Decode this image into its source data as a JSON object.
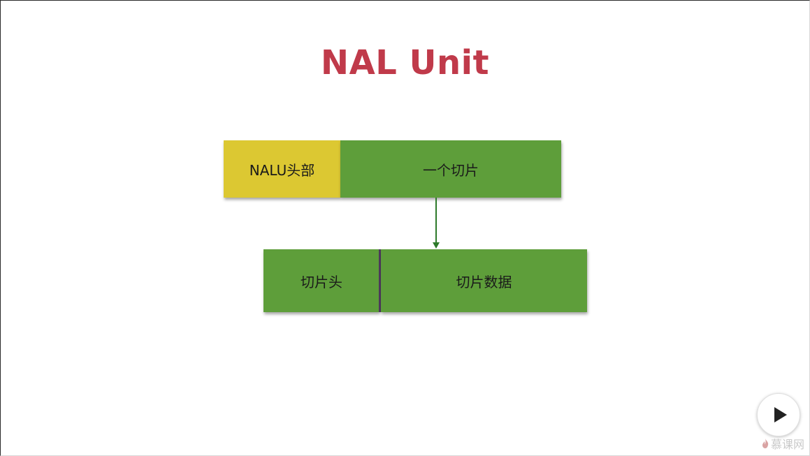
{
  "title": "NAL Unit",
  "top_row": {
    "header_label": "NALU头部",
    "slice_label": "一个切片"
  },
  "bottom_row": {
    "slice_header_label": "切片头",
    "slice_data_label": "切片数据"
  },
  "colors": {
    "title": "#c03a4a",
    "header_fill": "#dcc832",
    "slice_fill": "#5e9e3a",
    "arrow": "#2d7a2a",
    "divider": "#4f3a5e"
  },
  "watermark": {
    "text": "慕课网",
    "icon": "flame-logo"
  },
  "controls": {
    "play_icon": "play-icon"
  }
}
